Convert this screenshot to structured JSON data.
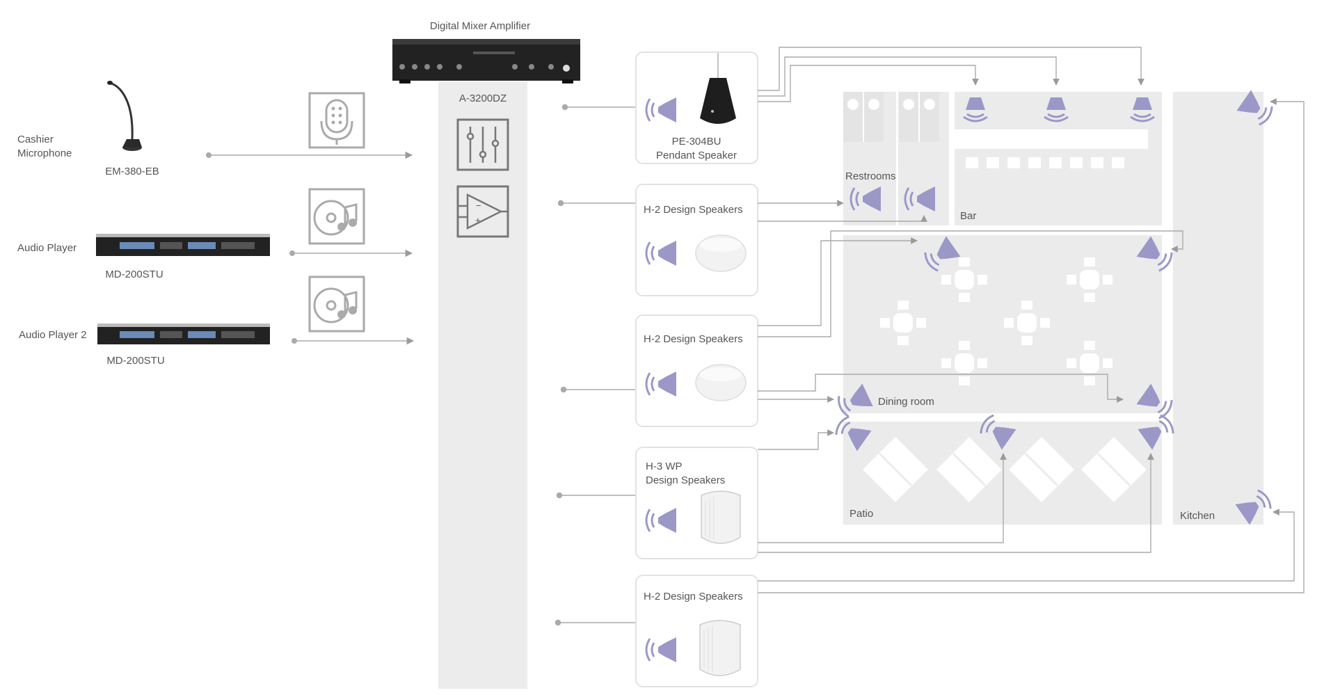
{
  "title": "Digital Mixer Amplifier",
  "amplifier": {
    "model": "A-3200DZ"
  },
  "sources": [
    {
      "label_lines": [
        "Cashier",
        "Microphone"
      ],
      "model": "EM-380-EB",
      "icon": "microphone-icon"
    },
    {
      "label_lines": [
        "Audio Player"
      ],
      "model": "MD-200STU",
      "icon": "music-disc-icon"
    },
    {
      "label_lines": [
        "Audio Player 2"
      ],
      "model": "MD-200STU",
      "icon": "music-disc-icon"
    }
  ],
  "speakers": [
    {
      "label_lines": [
        "PE-304BU",
        "Pendant Speaker"
      ],
      "type": "pendant"
    },
    {
      "label_lines": [
        "H-2  Design Speakers"
      ],
      "type": "dome"
    },
    {
      "label_lines": [
        "H-2  Design Speakers"
      ],
      "type": "dome"
    },
    {
      "label_lines": [
        "H-3 WP",
        "Design Speakers"
      ],
      "type": "box"
    },
    {
      "label_lines": [
        "H-2  Design Speakers"
      ],
      "type": "box"
    }
  ],
  "rooms": {
    "restrooms": "Restrooms",
    "bar": "Bar",
    "dining": "Dining room",
    "patio": "Patio",
    "kitchen": "Kitchen"
  },
  "colors": {
    "accent": "#9b98c8",
    "line": "#9a9a9a",
    "panel": "#ececec",
    "room": "#ebebeb"
  }
}
